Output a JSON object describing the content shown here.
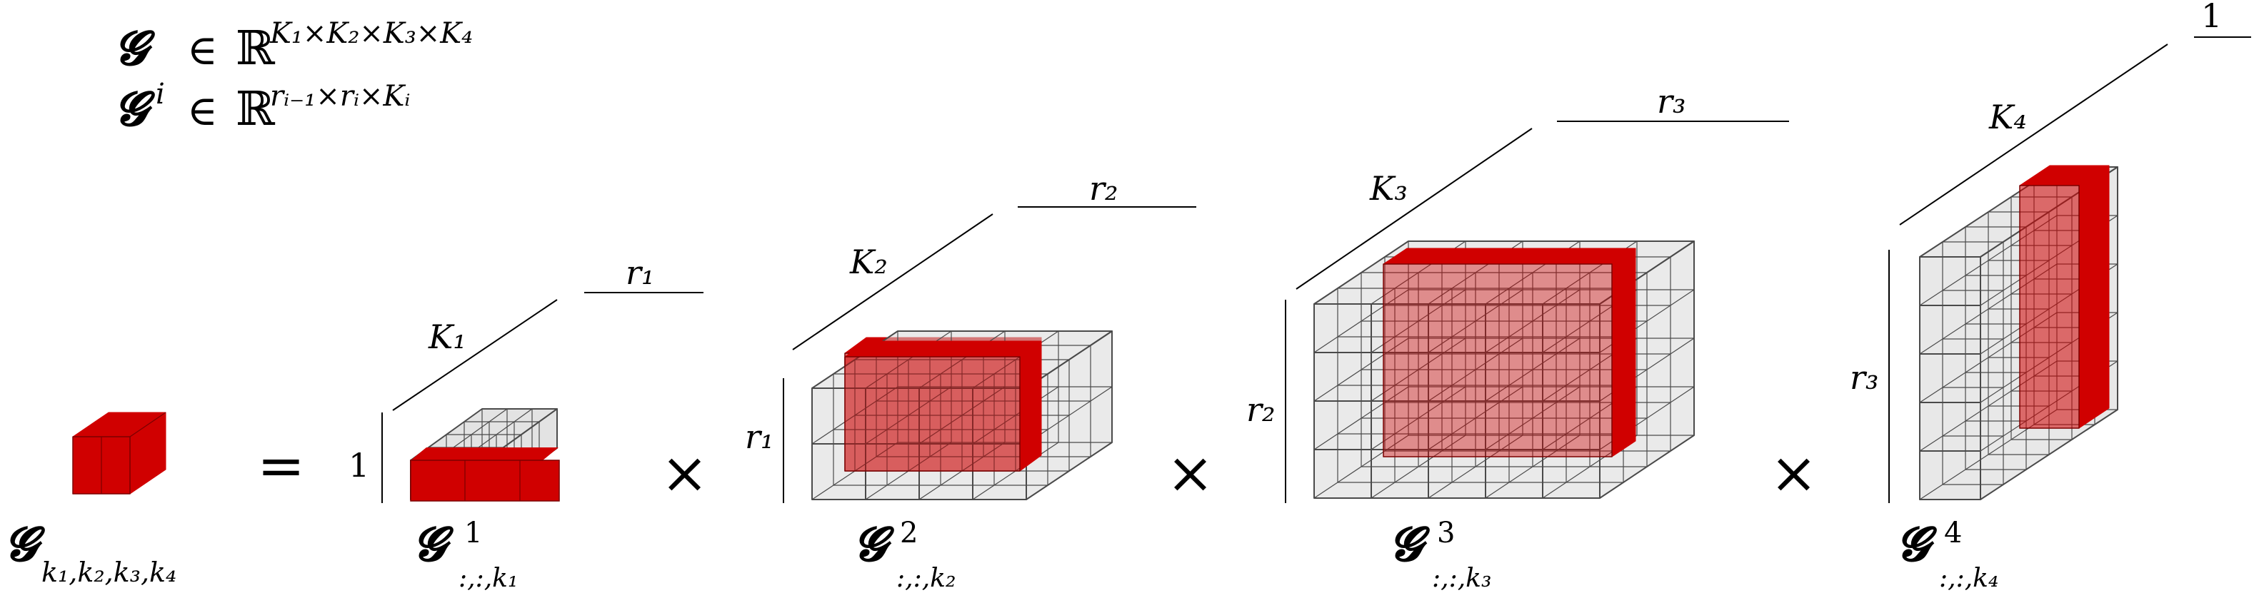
{
  "colors": {
    "highlight": "#d00000",
    "cube_face": "#d9d9d9",
    "cube_line": "#4a4a4a",
    "dim_line": "#000000"
  },
  "header": {
    "line1": {
      "symbol": "𝓖",
      "rel": "∈",
      "set": "ℝ",
      "sup": "K₁×K₂×K₃×K₄"
    },
    "line2": {
      "symbol": "𝓖",
      "index": "i",
      "rel": "∈",
      "set": "ℝ",
      "sup": "rᵢ₋₁×rᵢ×Kᵢ"
    }
  },
  "operators": {
    "equals": "=",
    "times": "×"
  },
  "element": {
    "symbol": "𝓖",
    "subscript": "k₁,k₂,k₃,k₄"
  },
  "cores": [
    {
      "symbol": "𝓖",
      "sup": "1",
      "sub": ":,:,k₁",
      "dims": {
        "depth": "K₁",
        "width": "r₁",
        "height": "1"
      }
    },
    {
      "symbol": "𝓖",
      "sup": "2",
      "sub": ":,:,k₂",
      "dims": {
        "depth": "K₂",
        "width": "r₂",
        "height": "r₁"
      }
    },
    {
      "symbol": "𝓖",
      "sup": "3",
      "sub": ":,:,k₃",
      "dims": {
        "depth": "K₃",
        "width": "r₃",
        "height": "r₂"
      }
    },
    {
      "symbol": "𝓖",
      "sup": "4",
      "sub": ":,:,k₄",
      "dims": {
        "depth": "K₄",
        "width": "1",
        "height": "r₃"
      }
    }
  ]
}
